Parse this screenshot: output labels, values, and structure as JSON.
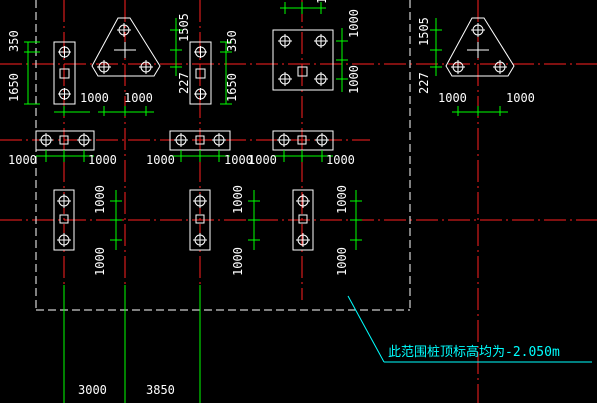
{
  "colors": {
    "background": "#000000",
    "axis_lines": "#ff2020",
    "boundary": "#ffffff",
    "pile_caps": "#ffffff",
    "dimension_lines": "#00ff00",
    "dimension_text": "#ffffff",
    "annotation": "#00ffff"
  },
  "dimensions": {
    "cap_a_top": "350",
    "cap_a_bottom": "1650",
    "cap_a_width_left": "1000",
    "tri_cap_left_offset": "227",
    "tri_cap_left_top": "1505",
    "tri_cap_left_width": "1000",
    "cap_b_top": "350",
    "cap_b_bottom": "1650",
    "square_cap_top": "1000",
    "square_cap_bottom": "1000",
    "tri_cap_right_top": "1505",
    "tri_cap_right_offset": "227",
    "tri_cap_right_width_left": "1000",
    "tri_cap_right_width_right": "1000",
    "row2_cap1_left": "1000",
    "row2_cap1_right": "1000",
    "row2_cap2_left": "1000",
    "row2_cap2_right": "1000",
    "row2_cap3_left": "1000",
    "row2_cap3_right": "1000",
    "row3_cap1_top": "1000",
    "row3_cap1_bottom": "1000",
    "row3_cap2_top": "1000",
    "row3_cap2_bottom": "1000",
    "row3_cap3_top": "1000",
    "row3_cap3_bottom": "1000",
    "top_right_dim": "1000",
    "bottom_dim_1": "3000",
    "bottom_dim_2": "3850"
  },
  "annotation": {
    "text": "此范围桩顶标高均为-2.050m"
  }
}
